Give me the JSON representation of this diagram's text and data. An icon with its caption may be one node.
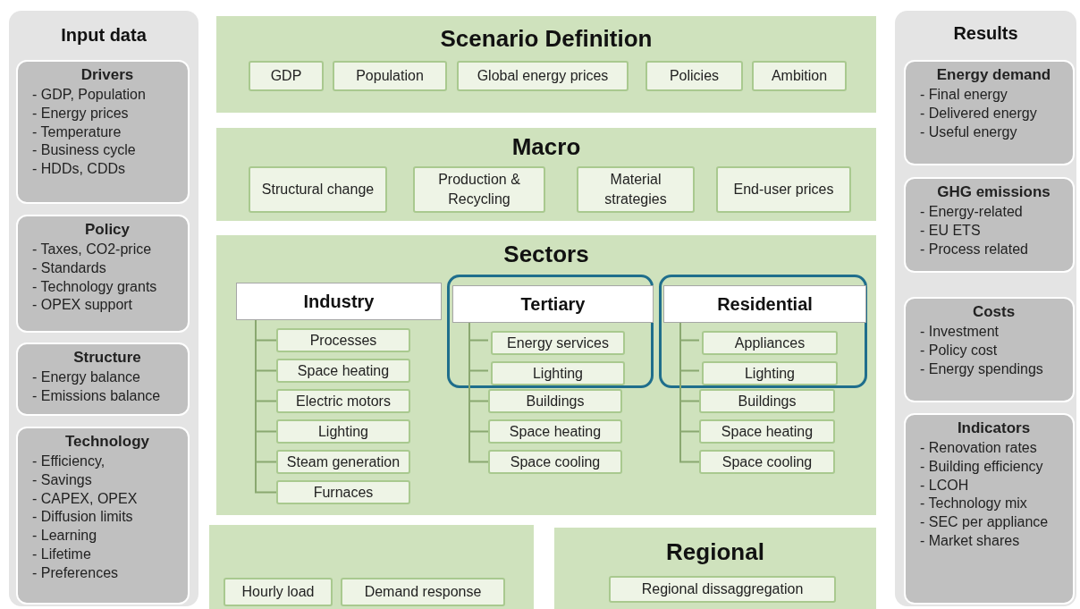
{
  "diagram": {
    "nodes": [
      {
        "text": [
          "Input data"
        ]
      },
      {
        "text": [
          "Drivers",
          "- GDP, Population",
          "- Energy prices",
          "- Temperature",
          "- Business cycle",
          "- HDDs, CDDs"
        ],
        "in": 0
      },
      {
        "text": [
          "Policy",
          "- Taxes, CO2-price",
          "- Standards",
          "- Technology grants",
          "- OPEX support"
        ],
        "in": 0
      },
      {
        "text": [
          "Structure",
          "- Energy balance",
          "- Emissions balance"
        ],
        "in": 0
      },
      {
        "text": [
          "Technology",
          "- Efficiency,",
          "- Savings",
          "- CAPEX, OPEX",
          "- Diffusion limits",
          "- Learning",
          "- Lifetime",
          "- Preferences"
        ],
        "in": 0
      },
      {
        "text": [
          "Scenario Definition"
        ]
      },
      {
        "text": [
          "GDP"
        ],
        "in": 5
      },
      {
        "text": [
          "Population"
        ],
        "in": 5
      },
      {
        "text": [
          "Global energy prices"
        ],
        "in": 5
      },
      {
        "text": [
          "Policies"
        ],
        "in": 5
      },
      {
        "text": [
          "Ambition"
        ],
        "in": 5
      },
      {
        "text": [
          "Macro"
        ]
      },
      {
        "text": [
          "Structural change"
        ],
        "in": 11
      },
      {
        "text": [
          "Production & Recycling"
        ],
        "in": 11
      },
      {
        "text": [
          "Material strategies"
        ],
        "in": 11
      },
      {
        "text": [
          "End-user prices"
        ],
        "in": 11
      },
      {
        "text": [
          "Sectors"
        ]
      },
      {
        "text": [
          "Industry"
        ],
        "in": 16
      },
      {
        "text": [
          "Processes"
        ],
        "in": 16
      },
      {
        "text": [
          "Space heating"
        ],
        "in": 16
      },
      {
        "text": [
          "Electric motors"
        ],
        "in": 16
      },
      {
        "text": [
          "Lighting"
        ],
        "in": 16
      },
      {
        "text": [
          "Steam generation"
        ],
        "in": 16
      },
      {
        "text": [
          "Furnaces"
        ],
        "in": 16
      },
      {
        "text": [],
        "shape": "box",
        "in": 16
      },
      {
        "text": [
          "Tertiary"
        ],
        "in": 24
      },
      {
        "text": [
          "Energy services"
        ],
        "in": 24
      },
      {
        "text": [
          "Lighting"
        ],
        "in": 24
      },
      {
        "text": [
          "Buildings"
        ],
        "in": 16
      },
      {
        "text": [
          "Space heating"
        ],
        "in": 16
      },
      {
        "text": [
          "Space cooling"
        ],
        "in": 16
      },
      {
        "text": [],
        "shape": "box",
        "in": 16
      },
      {
        "text": [
          "Residential"
        ],
        "in": 31
      },
      {
        "text": [
          "Appliances"
        ],
        "in": 31
      },
      {
        "text": [
          "Lighting"
        ],
        "in": 31
      },
      {
        "text": [
          "Buildings"
        ],
        "in": 16
      },
      {
        "text": [
          "Space heating"
        ],
        "in": 16
      },
      {
        "text": [
          "Space cooling"
        ],
        "in": 16
      },
      {
        "text": [],
        "shape": "box"
      },
      {
        "text": [
          "Hourly load"
        ],
        "in": 38
      },
      {
        "text": [
          "Demand response"
        ],
        "in": 38
      },
      {
        "text": [
          "Regional"
        ]
      },
      {
        "text": [
          "Regional dissaggregation"
        ],
        "in": 41
      },
      {
        "text": [
          "Results"
        ]
      },
      {
        "text": [
          "Energy demand",
          "- Final energy",
          "- Delivered energy",
          "- Useful energy"
        ],
        "in": 43
      },
      {
        "text": [
          "GHG emissions",
          "- Energy-related",
          "- EU ETS",
          "- Process related"
        ],
        "in": 43
      },
      {
        "text": [
          "Costs",
          "- Investment",
          "- Policy cost",
          "- Energy spendings"
        ],
        "in": 43
      },
      {
        "text": [
          "Indicators",
          "- Renovation rates",
          "- Building efficiency",
          "- LCOH",
          "- Technology mix",
          "- SEC per appliance",
          "- Market shares"
        ],
        "in": 43
      }
    ],
    "edges": [
      {
        "from": 17,
        "to": 18,
        "arrow": "none"
      },
      {
        "from": 17,
        "to": 19,
        "arrow": "none"
      },
      {
        "from": 17,
        "to": 20,
        "arrow": "none"
      },
      {
        "from": 17,
        "to": 21,
        "arrow": "none"
      },
      {
        "from": 17,
        "to": 22,
        "arrow": "none"
      },
      {
        "from": 17,
        "to": 23,
        "arrow": "none"
      },
      {
        "from": 25,
        "to": 26,
        "arrow": "none"
      },
      {
        "from": 25,
        "to": 27,
        "arrow": "none"
      },
      {
        "from": 25,
        "to": 28,
        "arrow": "none"
      },
      {
        "from": 25,
        "to": 29,
        "arrow": "none"
      },
      {
        "from": 25,
        "to": 30,
        "arrow": "none"
      },
      {
        "from": 32,
        "to": 33,
        "arrow": "none"
      },
      {
        "from": 32,
        "to": 34,
        "arrow": "none"
      },
      {
        "from": 32,
        "to": 35,
        "arrow": "none"
      },
      {
        "from": 32,
        "to": 36,
        "arrow": "none"
      },
      {
        "from": 32,
        "to": 37,
        "arrow": "none"
      }
    ]
  }
}
